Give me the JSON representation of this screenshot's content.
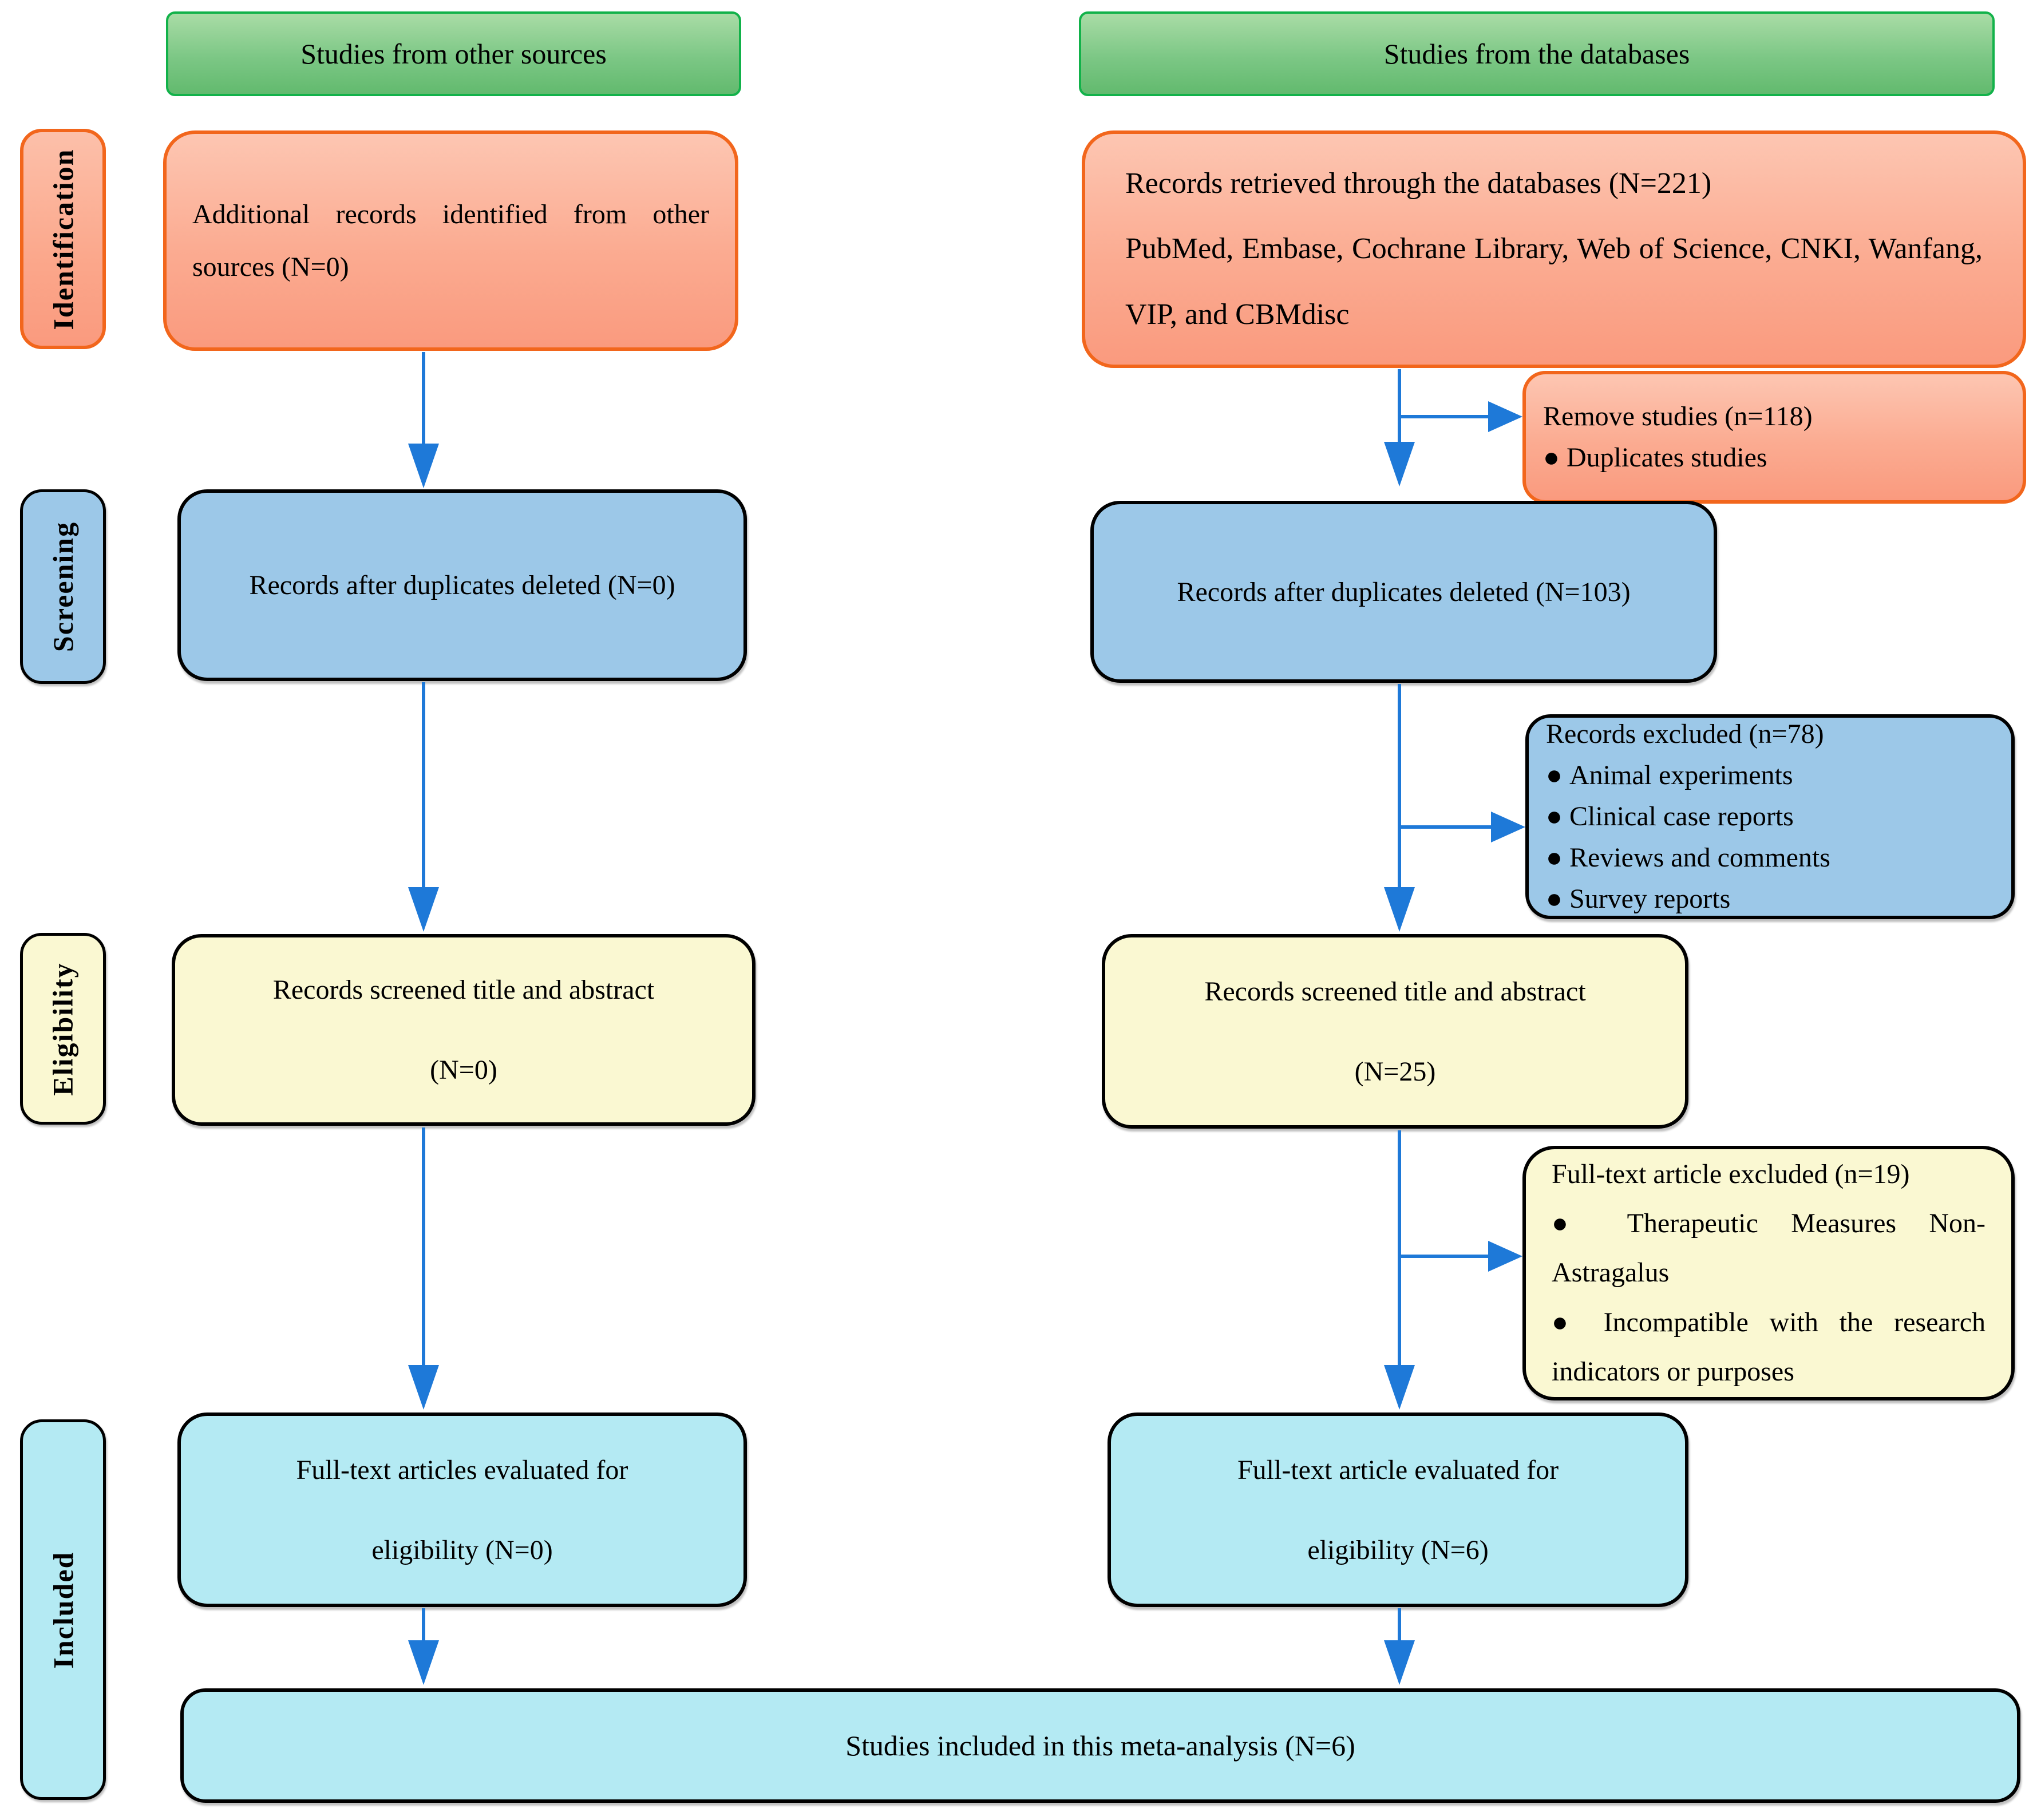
{
  "palette": {
    "arrow_blue": "#1e79d8",
    "orange_border": "#f2661c",
    "orange_fill_top": "#fdc6b2",
    "orange_fill_bottom": "#fa9a7e",
    "green_border": "#12b24a",
    "green_fill_top": "#a9dca6",
    "green_fill_bottom": "#62ba6e",
    "blue_fill": "#9cc8e8",
    "yellow_fill": "#faf8d2",
    "cyan_fill": "#b4eaf3"
  },
  "stage_labels": {
    "identification": "Identification",
    "screening": "Screening",
    "eligibility": "Eligibility",
    "included": "Included"
  },
  "headers": {
    "other_sources": "Studies from other sources",
    "databases": "Studies from the databases"
  },
  "left_flow": {
    "identified": "Additional records identified from other sources (N=0)",
    "screened": "Records after duplicates deleted (N=0)",
    "eligibility_line1": "Records screened title and abstract",
    "eligibility_line2": "(N=0)",
    "fulltext_line1": "Full-text articles evaluated for",
    "fulltext_line2": "eligibility (N=0)"
  },
  "right_flow": {
    "identified_title": "Records retrieved through the databases (N=221)",
    "identified_sources": "PubMed, Embase, Cochrane Library, Web of Science, CNKI, Wanfang, VIP, and CBMdisc",
    "screened": "Records after duplicates deleted (N=103)",
    "eligibility_line1": "Records screened title and abstract",
    "eligibility_line2": "(N=25)",
    "fulltext_line1": "Full-text article evaluated for",
    "fulltext_line2": "eligibility (N=6)"
  },
  "side_boxes": {
    "removed": {
      "title": "Remove studies (n=118)",
      "bullets": [
        "Duplicates studies"
      ]
    },
    "records_excluded": {
      "title": "Records excluded (n=78)",
      "bullets": [
        "Animal experiments",
        "Clinical case reports",
        "Reviews and comments",
        "Survey reports"
      ]
    },
    "fulltext_excluded": {
      "title": "Full-text article excluded (n=19)",
      "bullets": [
        "Therapeutic Measures Non-Astragalus",
        "Incompatible with the research indicators or purposes"
      ]
    }
  },
  "included_box": "Studies included in this meta-analysis (N=6)"
}
